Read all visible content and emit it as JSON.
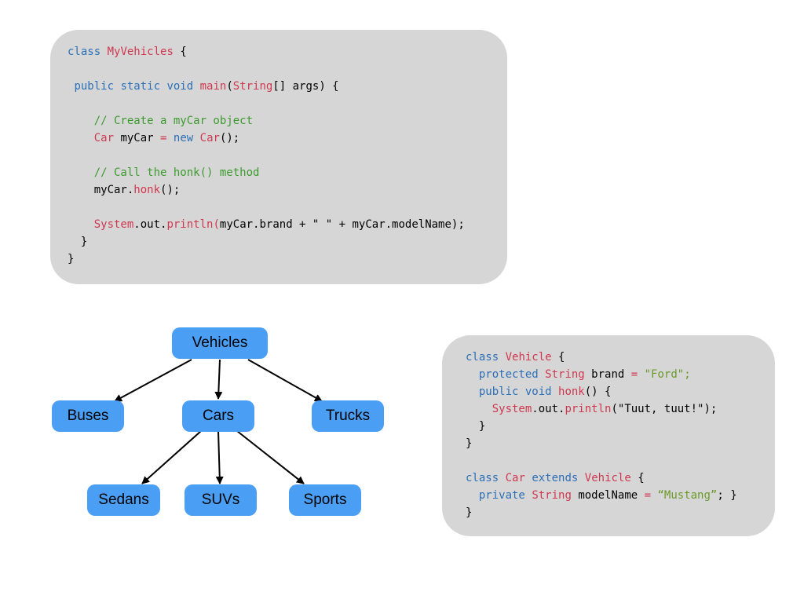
{
  "code_main": {
    "l1": {
      "kw": "class",
      "name": "MyVehicles",
      "tail": " {"
    },
    "l2": {
      "kw": "public static void",
      "fn": "main",
      "open": "(",
      "type": "String",
      "rest": "[] args) {"
    },
    "l3": {
      "comment": "// Create a myCar object"
    },
    "l4": {
      "type": "Car",
      "mid": " myCar ",
      "eq": "=",
      "kwnew": "new",
      "type2": "Car",
      "tail": "();"
    },
    "l5": {
      "comment": "// Call the honk() method"
    },
    "l6": {
      "obj": "myCar.",
      "fn": "honk",
      "tail": "();"
    },
    "l7": {
      "sys": "System",
      "dot": ".",
      "out": "out.",
      "fn": "println",
      "paren": "(",
      "rest": "myCar.brand + \" \" + myCar.modelName);"
    },
    "l8": {
      "text": "}"
    },
    "l9": {
      "text": "}"
    }
  },
  "code_classes": {
    "l1": {
      "kw": "class",
      "name": "Vehicle",
      "tail": " {"
    },
    "l2": {
      "kw": "protected",
      "type": "String",
      "mid": " brand ",
      "eq": "=",
      "str": "\"Ford\";"
    },
    "l3": {
      "kw": "public void",
      "fn": "honk",
      "tail": "() {"
    },
    "l4": {
      "sys": "System",
      "dot": ".",
      "out": "out.",
      "fn": "println",
      "tail": "(\"Tuut, tuut!\");"
    },
    "l5": {
      "text": "}"
    },
    "l6": {
      "text": "}"
    },
    "l7": {
      "kw": "class",
      "name": "Car",
      "kw2": "extends",
      "name2": "Vehicle",
      "tail": " {"
    },
    "l8": {
      "kw": "private",
      "type": "String",
      "mid": " modelName ",
      "eq": "=",
      "str": "“Mustang”",
      "tail": "; }"
    },
    "l9": {
      "text": "}"
    }
  },
  "tree": {
    "root": "Vehicles",
    "level1": [
      "Buses",
      "Cars",
      "Trucks"
    ],
    "level2": [
      "Sedans",
      "SUVs",
      "Sports"
    ]
  },
  "colors": {
    "keyword": "#2b6fb6",
    "type": "#d0384f",
    "comment": "#3d9a2f",
    "string": "#6b9a2a",
    "node": "#4a9ff5",
    "panel": "#d6d6d6"
  }
}
